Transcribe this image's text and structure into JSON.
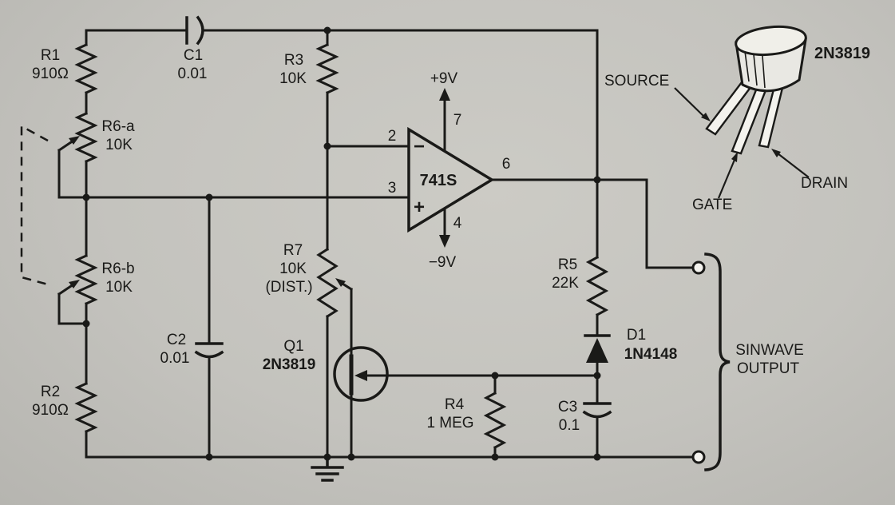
{
  "colors": {
    "bg": "#c5c4bf",
    "ink": "#1a1a18",
    "metal": "#e9e8e3",
    "terminal": "#f4f3ee"
  },
  "schematic": {
    "r1": {
      "label": "R1",
      "value": "910Ω"
    },
    "r2": {
      "label": "R2",
      "value": "910Ω"
    },
    "r3": {
      "label": "R3",
      "value": "10K"
    },
    "r4": {
      "label": "R4",
      "value": "1 MEG"
    },
    "r5": {
      "label": "R5",
      "value": "22K"
    },
    "r6a": {
      "label": "R6-a",
      "value": "10K"
    },
    "r6b": {
      "label": "R6-b",
      "value": "10K"
    },
    "r7": {
      "label": "R7",
      "value": "10K",
      "note": "(DIST.)"
    },
    "c1": {
      "label": "C1",
      "value": "0.01"
    },
    "c2": {
      "label": "C2",
      "value": "0.01"
    },
    "c3": {
      "label": "C3",
      "value": "0.1"
    },
    "d1": {
      "label": "D1",
      "value": "1N4148"
    },
    "q1": {
      "label": "Q1",
      "value": "2N3819"
    },
    "opamp": {
      "label": "741S",
      "minus": "−",
      "plus": "+",
      "pin2": "2",
      "pin3": "3",
      "pin4": "4",
      "pin6": "6",
      "pin7": "7",
      "vpos": "+9V",
      "vneg": "−9V"
    },
    "output": {
      "line1": "SINWAVE",
      "line2": "OUTPUT"
    }
  },
  "pinout": {
    "part": "2N3819",
    "source": "SOURCE",
    "gate": "GATE",
    "drain": "DRAIN"
  }
}
